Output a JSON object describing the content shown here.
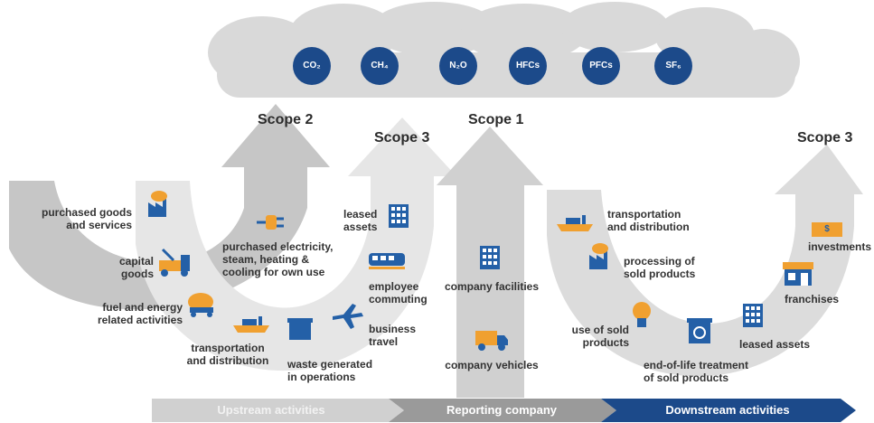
{
  "gases": [
    "CO₂",
    "CH₄",
    "N₂O",
    "HFCs",
    "PFCs",
    "SF₆"
  ],
  "scopes": {
    "scope2": "Scope 2",
    "scope3_upstream": "Scope 3",
    "scope1": "Scope 1",
    "scope3_downstream": "Scope 3"
  },
  "upstream": {
    "purchased_goods": "purchased goods\nand services",
    "capital_goods": "capital\ngoods",
    "fuel_energy": "fuel and energy\nrelated activities",
    "transportation": "transportation\nand distribution",
    "waste": "waste generated\nin operations",
    "business_travel": "business\ntravel",
    "employee_commuting": "employee\ncommuting",
    "leased_assets": "leased\nassets",
    "purchased_electricity": "purchased electricity,\nsteam, heating &\ncooling for own use"
  },
  "reporting": {
    "company_facilities": "company facilities",
    "company_vehicles": "company vehicles"
  },
  "downstream": {
    "transportation": "transportation\nand distribution",
    "processing": "processing of\nsold products",
    "use_of_sold": "use of sold\nproducts",
    "end_of_life": "end-of-life treatment\nof sold products",
    "leased_assets": "leased assets",
    "franchises": "franchises",
    "investments": "investments",
    "investment_badge": "$"
  },
  "bottom_bar": {
    "upstream": "Upstream activities",
    "reporting": "Reporting company",
    "downstream": "Downstream activities"
  },
  "colors": {
    "cloud": "#d9d9d9",
    "arrow_light": "#e6e6e6",
    "arrow_mid": "#c8c8c8",
    "arrow_dark": "#b3b3b3",
    "gas_blue": "#1c4a8a",
    "icon_blue": "#2460a7",
    "icon_orange": "#f0a030",
    "bar_upstream": "#d0d0d0",
    "bar_reporting": "#9a9a9a",
    "bar_downstream": "#1c4a8a"
  }
}
